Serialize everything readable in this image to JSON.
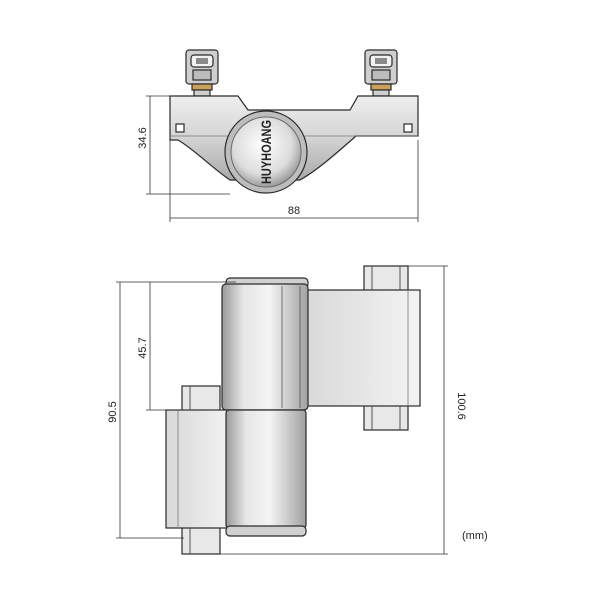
{
  "brand_text": "HUYHOANG",
  "units": "(mm)",
  "colors": {
    "metal_light": "#d9d9d9",
    "metal_mid": "#bdbdbd",
    "metal_dark": "#8f8f8f",
    "brass": "#c9a15a",
    "line": "#2a2a2a"
  },
  "top_view": {
    "dimensions": {
      "height": "34.6",
      "width": "88"
    }
  },
  "side_view": {
    "dimensions": {
      "upper_leaf": "45.7",
      "left_total": "90.5",
      "right_total": "100.6"
    }
  }
}
